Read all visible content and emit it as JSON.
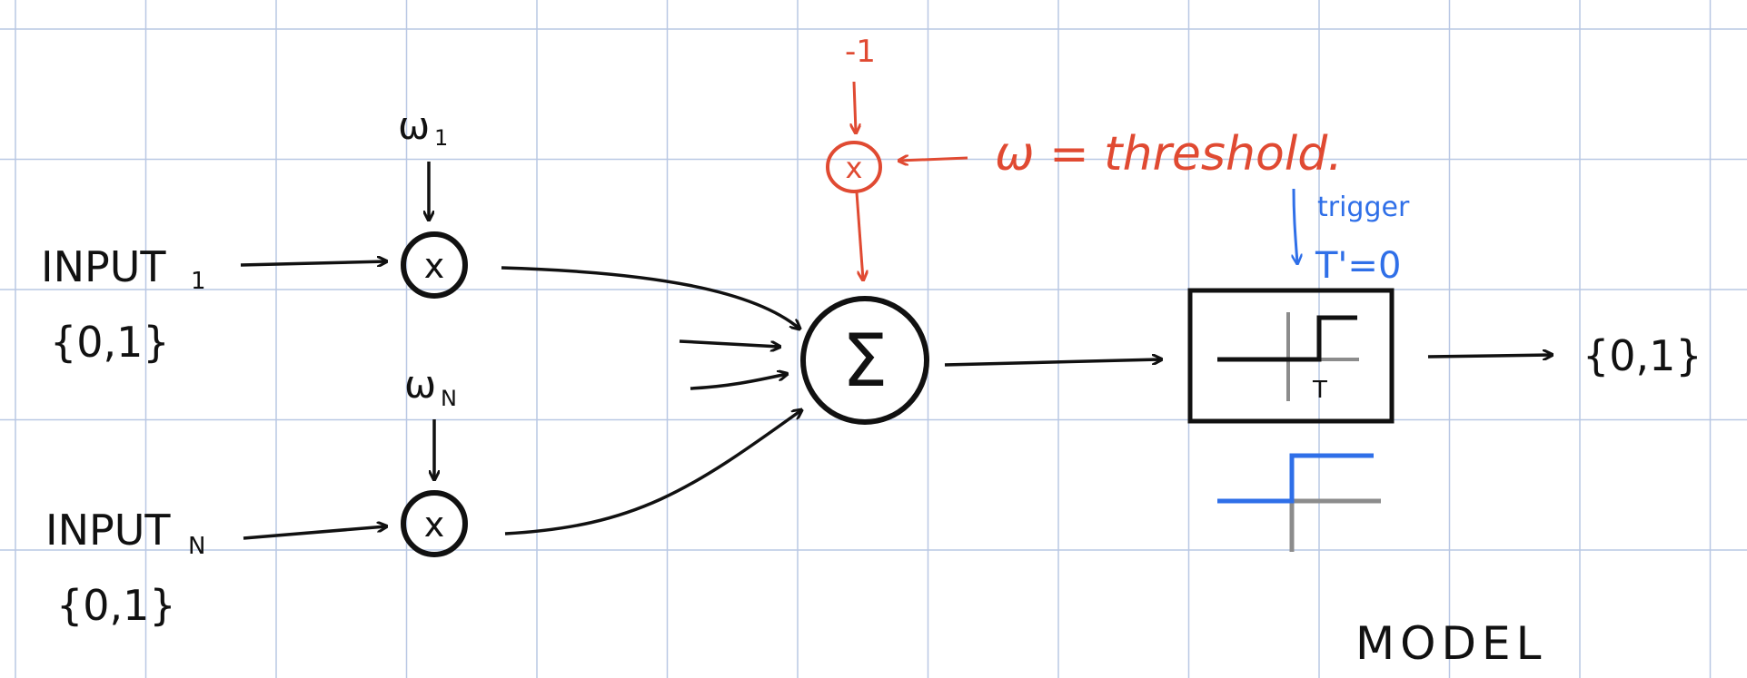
{
  "inputs": [
    {
      "name": "INPUT",
      "subscript": "1",
      "domain": "{0,1}",
      "weight": "ω",
      "weight_sub": "1"
    },
    {
      "name": "INPUT",
      "subscript": "N",
      "domain": "{0,1}",
      "weight": "ω",
      "weight_sub": "N"
    }
  ],
  "multiply_symbol": "x",
  "sum_symbol": "Σ",
  "bias": {
    "value": "-1",
    "symbol": "x",
    "annotation": "ω = threshold."
  },
  "trigger": {
    "label": "trigger",
    "equation": "T'=0"
  },
  "step_function": {
    "threshold_label": "T"
  },
  "output": {
    "domain": "{0,1}"
  },
  "model_label": "MODEL",
  "colors": {
    "ink": "#111111",
    "bias": "#e04a32",
    "trigger": "#2f6fe8",
    "grid": "#b9c8e4",
    "axis": "#8c8c8c"
  }
}
